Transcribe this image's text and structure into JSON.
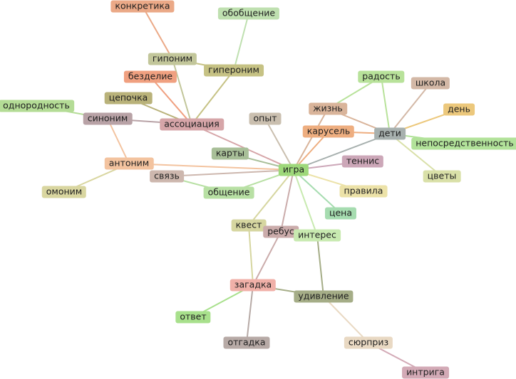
{
  "nodes": {
    "igra": {
      "label": "игра",
      "color": "#9ed87a"
    },
    "assoc": {
      "label": "ассоциация",
      "color": "#d6a5a8"
    },
    "deti": {
      "label": "дети",
      "color": "#a7b0ae"
    },
    "zagadka": {
      "label": "загадка",
      "color": "#f0b0a8"
    },
    "konkretika": {
      "label": "конкретика",
      "color": "#eba987"
    },
    "obobshenie": {
      "label": "обобщение",
      "color": "#bfe0b0"
    },
    "giponim": {
      "label": "гипоним",
      "color": "#c2c69a"
    },
    "giperonim": {
      "label": "гипероним",
      "color": "#c6c284"
    },
    "bezdelie": {
      "label": "безделие",
      "color": "#f0a080"
    },
    "cepochka": {
      "label": "цепочка",
      "color": "#b9b27a"
    },
    "odnorodnost": {
      "label": "однородность",
      "color": "#b4dc96"
    },
    "sinonim": {
      "label": "синоним",
      "color": "#b8a2a6"
    },
    "antonim": {
      "label": "антоним",
      "color": "#f3c39f"
    },
    "omonim": {
      "label": "омоним",
      "color": "#d9d6a0"
    },
    "svyaz": {
      "label": "связь",
      "color": "#cdb7ae"
    },
    "obshenie": {
      "label": "общение",
      "color": "#b8e0a4"
    },
    "karty": {
      "label": "карты",
      "color": "#a8bf98"
    },
    "opyt": {
      "label": "опыт",
      "color": "#cabfaf"
    },
    "zhizn": {
      "label": "жизнь",
      "color": "#d9b49a"
    },
    "radost": {
      "label": "радость",
      "color": "#b8e29a"
    },
    "shkola": {
      "label": "школа",
      "color": "#d3b8a6"
    },
    "den": {
      "label": "день",
      "color": "#ecc87c"
    },
    "karusel": {
      "label": "карусель",
      "color": "#eeae80"
    },
    "neposr": {
      "label": "непосредственность",
      "color": "#b2e29a"
    },
    "tsvety": {
      "label": "цветы",
      "color": "#d9e0a8"
    },
    "tennis": {
      "label": "теннис",
      "color": "#cca7b8"
    },
    "pravila": {
      "label": "правила",
      "color": "#ece2a8"
    },
    "tsena": {
      "label": "цена",
      "color": "#a6dcb0"
    },
    "kvest": {
      "label": "квест",
      "color": "#d6d6a0"
    },
    "rebus": {
      "label": "ребус",
      "color": "#cbacab"
    },
    "interes": {
      "label": "интерес",
      "color": "#c8eab0"
    },
    "udivlenie": {
      "label": "удивление",
      "color": "#a5ad87"
    },
    "otvet": {
      "label": "ответ",
      "color": "#a8e08c"
    },
    "otgadka": {
      "label": "отгадка",
      "color": "#b7aaa6"
    },
    "syurpriz": {
      "label": "сюрприз",
      "color": "#e9d9c3"
    },
    "intriga": {
      "label": "интрига",
      "color": "#d3aab6"
    }
  },
  "edges": [
    [
      "igra",
      "assoc"
    ],
    [
      "igra",
      "deti"
    ],
    [
      "igra",
      "karty"
    ],
    [
      "igra",
      "svyaz"
    ],
    [
      "igra",
      "obshenie"
    ],
    [
      "igra",
      "opyt"
    ],
    [
      "igra",
      "zhizn"
    ],
    [
      "igra",
      "karusel"
    ],
    [
      "igra",
      "tennis"
    ],
    [
      "igra",
      "pravila"
    ],
    [
      "igra",
      "tsena"
    ],
    [
      "igra",
      "interes"
    ],
    [
      "igra",
      "kvest"
    ],
    [
      "igra",
      "rebus"
    ],
    [
      "igra",
      "antonim"
    ],
    [
      "assoc",
      "giponim"
    ],
    [
      "assoc",
      "giperonim"
    ],
    [
      "assoc",
      "bezdelie"
    ],
    [
      "assoc",
      "cepochka"
    ],
    [
      "assoc",
      "sinonim"
    ],
    [
      "giponim",
      "konkretika"
    ],
    [
      "giponim",
      "giperonim"
    ],
    [
      "giperonim",
      "obobshenie"
    ],
    [
      "sinonim",
      "odnorodnost"
    ],
    [
      "sinonim",
      "antonim"
    ],
    [
      "antonim",
      "omonim"
    ],
    [
      "svyaz",
      "obshenie"
    ],
    [
      "deti",
      "radost"
    ],
    [
      "deti",
      "shkola"
    ],
    [
      "deti",
      "den"
    ],
    [
      "deti",
      "neposr"
    ],
    [
      "deti",
      "tsvety"
    ],
    [
      "deti",
      "zhizn"
    ],
    [
      "deti",
      "karusel"
    ],
    [
      "zhizn",
      "radost"
    ],
    [
      "zagadka",
      "kvest"
    ],
    [
      "zagadka",
      "rebus"
    ],
    [
      "zagadka",
      "udivlenie"
    ],
    [
      "zagadka",
      "otvet"
    ],
    [
      "zagadka",
      "otgadka"
    ],
    [
      "interes",
      "udivlenie"
    ],
    [
      "udivlenie",
      "syurpriz"
    ],
    [
      "syurpriz",
      "intriga"
    ]
  ]
}
